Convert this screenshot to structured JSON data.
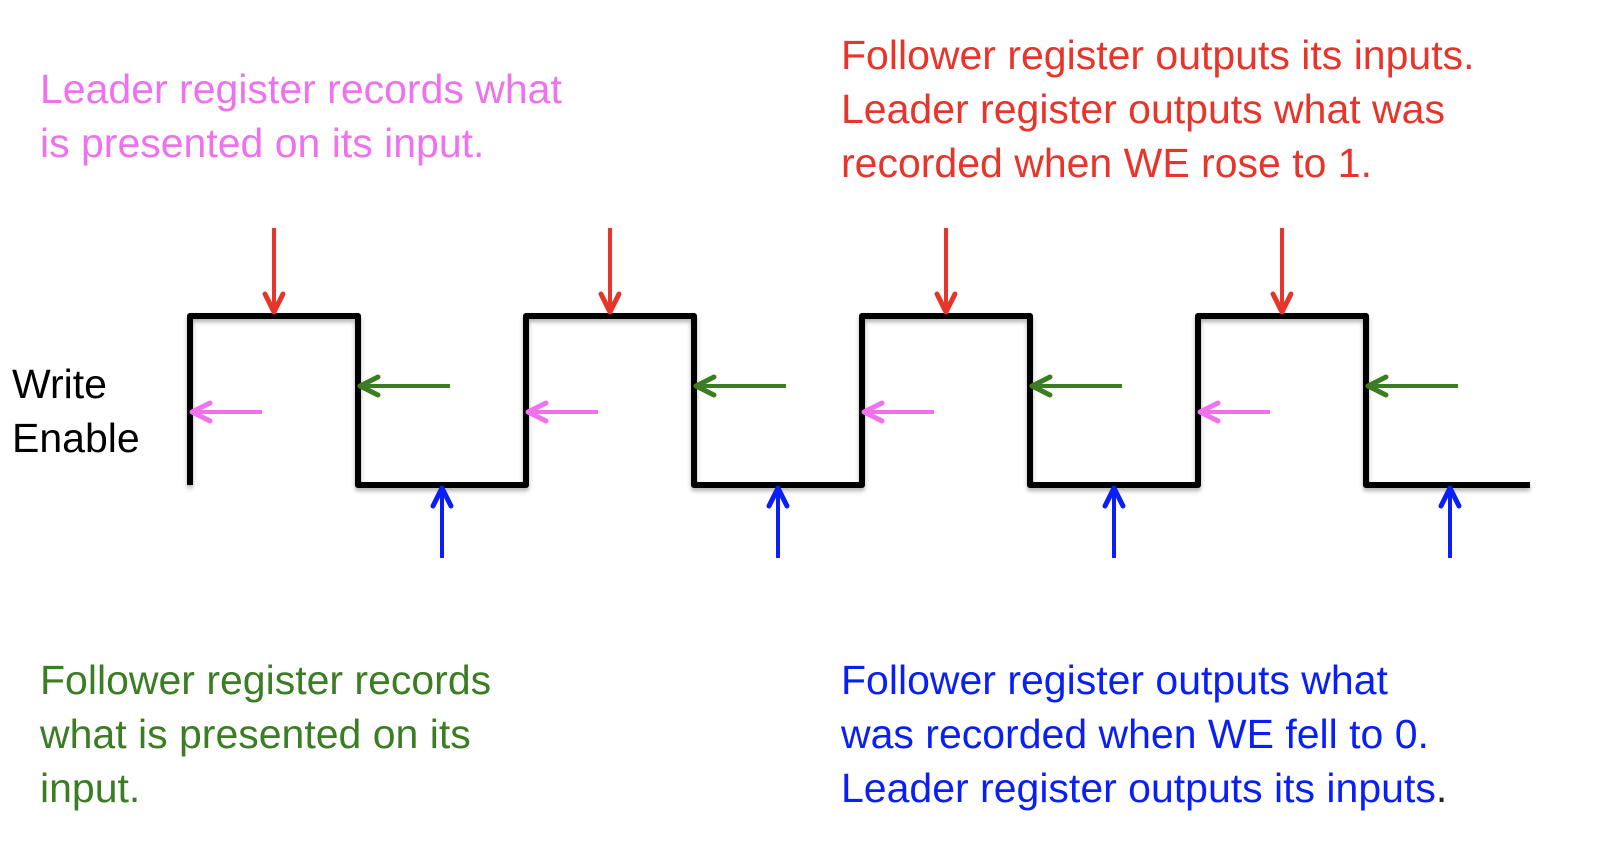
{
  "signal": {
    "label": "Write\nEnable",
    "name": "WE",
    "pattern": [
      1,
      0,
      1,
      0,
      1,
      0,
      1,
      0
    ],
    "cycles": 4,
    "waveform_color": "#000000"
  },
  "captions": {
    "leader_records": {
      "text": "Leader register records what\nis presented on its input.",
      "color": "#ee72ee",
      "marker": "pink-left-arrow at each rising edge"
    },
    "rising_outputs": {
      "text": "Follower register outputs its inputs.\nLeader register outputs what was\nrecorded when WE rose to 1.",
      "color": "#e8352b",
      "marker": "red-down-arrow on each high level"
    },
    "follower_records": {
      "text": "Follower register records\nwhat is presented on its\ninput.",
      "color": "#3a7d22",
      "marker": "green-left-arrow at each falling edge"
    },
    "falling_outputs": {
      "text_main": "Follower register outputs what\nwas recorded when WE fell to 0.\nLeader register outputs its inputs",
      "text_period": ".",
      "color": "#0a1ff5",
      "marker": "blue-up-arrow on each low level"
    }
  },
  "markers": {
    "rising_edge_arrows": {
      "color": "#ee72ee",
      "direction": "left",
      "count": 4
    },
    "falling_edge_arrows": {
      "color": "#3a7d22",
      "direction": "left",
      "count": 4
    },
    "high_level_arrows": {
      "color": "#e8352b",
      "direction": "down",
      "count": 4
    },
    "low_level_arrows": {
      "color": "#0a1ff5",
      "direction": "up",
      "count": 4
    }
  }
}
